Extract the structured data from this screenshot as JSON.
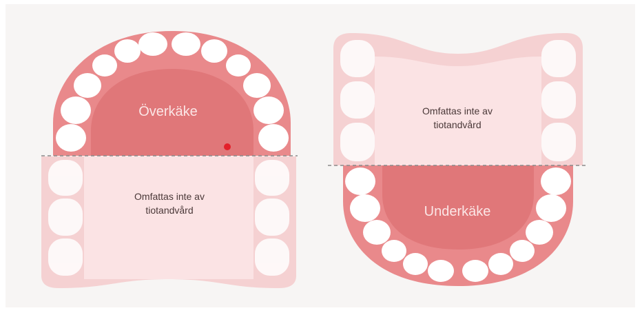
{
  "upper_diagram": {
    "main_label": "Överkäke",
    "sub_label_line1": "Omfattas inte av",
    "sub_label_line2": "tiotandvård"
  },
  "lower_diagram": {
    "main_label": "Underkäke",
    "sub_label_line1": "Omfattas inte av",
    "sub_label_line2": "tiotandvård"
  },
  "colors": {
    "background": "#f7f5f4",
    "gum_active": "#e9898b",
    "palate_active": "#e07779",
    "gum_faded": "#f5d1d2",
    "palate_faded": "#fbe3e4",
    "tooth": "#ffffff",
    "marker": "#e3202a",
    "divider": "#8a8a8a"
  }
}
